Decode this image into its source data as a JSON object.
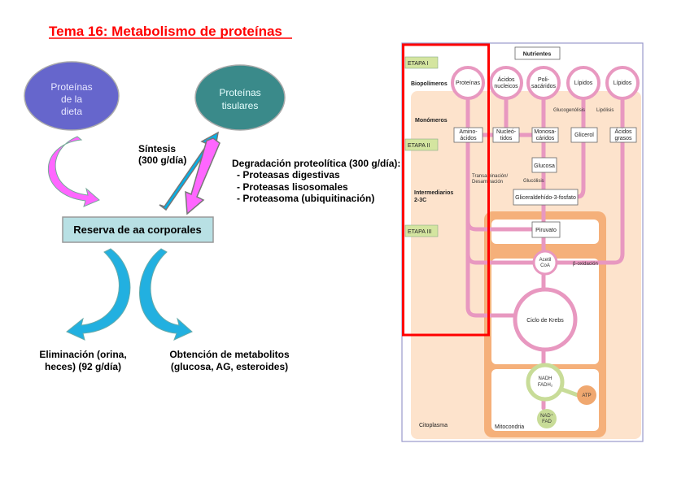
{
  "title": "Tema 16: Metabolismo de proteínas",
  "nodes": {
    "dietary_proteins": [
      "Proteínas",
      "de la",
      "dieta"
    ],
    "tissue_proteins": [
      "Proteínas",
      "tisulares"
    ],
    "reserve": "Reserva de aa corporales"
  },
  "synthesis": [
    "Síntesis",
    "(300 g/día)"
  ],
  "degradation": {
    "heading": "Degradación proteolítica (300 g/día):",
    "items": [
      "- Proteasas digestivas",
      "- Proteasas lisosomales",
      "- Proteasoma (ubiquitinación)"
    ]
  },
  "outputs": {
    "elimination": [
      "Eliminación (orina,",
      "heces) (92 g/día)"
    ],
    "metabolites": [
      "Obtención de metabolitos",
      "(glucosa, AG, esteroides)"
    ]
  },
  "colors": {
    "title": "#ff0000",
    "diet": "#6666cc",
    "tissue": "#3a8a8a",
    "reserve": "#b8e0e4",
    "synthesis_arrow": "#00b0e8",
    "degradation_arrow": "#ff66ff",
    "highlight": "#ff0000",
    "pipe": "#e898c0",
    "cytoplasm": "#fde3cc",
    "mitochondria": "#f5b07a"
  },
  "pathway": {
    "nutrients": "Nutrientes",
    "stages": [
      "ETAPA I",
      "ETAPA II",
      "ETAPA III"
    ],
    "row_labels": {
      "biopolymers": "Biopolímeros",
      "monomers": "Monómeros",
      "intermediates": [
        "Intermediarios",
        "2-3C"
      ]
    },
    "biopolymers": [
      [
        "Proteínas"
      ],
      [
        "Ácidos",
        "nucleicos"
      ],
      [
        "Poli-",
        "sacáridos"
      ],
      [
        "Lípidos"
      ],
      [
        "Lípidos"
      ]
    ],
    "monomers": [
      [
        "Amino-",
        "ácidos"
      ],
      [
        "Nucleó-",
        "tidos"
      ],
      [
        "Monosa-",
        "cáridos"
      ],
      [
        "Glicerol"
      ],
      [
        "Ácidos",
        "grasos"
      ]
    ],
    "glucose": "Glucosa",
    "g3p": "Gliceraldehído-3-fosfato",
    "pyruvate": "Piruvato",
    "acetyl_coa": [
      "Acetil",
      "CoA"
    ],
    "krebs": "Ciclo de Krebs",
    "nadh": [
      "NADH",
      "FADH₂"
    ],
    "atp": "ATP",
    "nad": [
      "NAD⁺",
      "FAD"
    ],
    "processes": {
      "glycogenolysis": "Glucogenólisis",
      "lipolysis": "Lipólisis",
      "transamination": [
        "Transaminación/",
        "Desaminación"
      ],
      "glycolysis": "Glucólisis",
      "beta_oxidation": "β-oxidación"
    },
    "compartments": {
      "cytoplasm": "Citoplasma",
      "mitochondria": "Mitocondria"
    }
  }
}
